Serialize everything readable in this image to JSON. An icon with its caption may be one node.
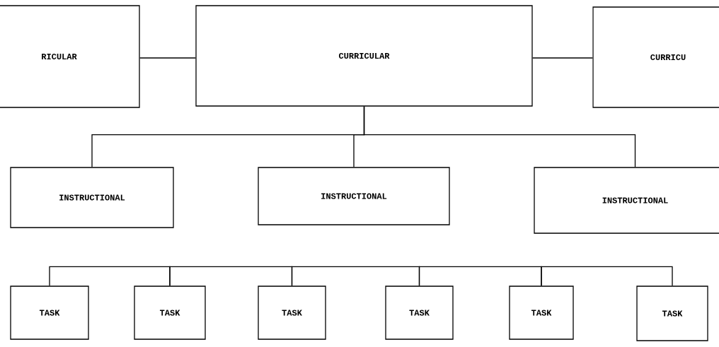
{
  "diagram": {
    "nodes": [
      {
        "text": [
          "RICULAR"
        ]
      },
      {
        "text": [
          "CURRICULAR"
        ]
      },
      {
        "text": [
          "CURRICU"
        ]
      },
      {
        "text": [
          "INSTRUCTIONAL"
        ]
      },
      {
        "text": [
          "INSTRUCTIONAL"
        ]
      },
      {
        "text": [
          "INSTRUCTIONAL"
        ]
      },
      {
        "text": [
          "TASK"
        ]
      },
      {
        "text": [
          "TASK"
        ]
      },
      {
        "text": [
          "TASK"
        ]
      },
      {
        "text": [
          "TASK"
        ]
      },
      {
        "text": [
          "TASK"
        ]
      },
      {
        "text": [
          "TASK"
        ]
      }
    ],
    "edges": [
      {
        "from": 0,
        "to": 1,
        "arrow": "none"
      },
      {
        "from": 1,
        "to": 2,
        "arrow": "none"
      },
      {
        "from": 1,
        "to": 3,
        "arrow": "none"
      },
      {
        "from": 1,
        "to": 4,
        "arrow": "none"
      },
      {
        "from": 1,
        "to": 5,
        "arrow": "none"
      },
      {
        "from": 6,
        "to": 7,
        "arrow": "none"
      },
      {
        "from": 7,
        "to": 8,
        "arrow": "none"
      },
      {
        "from": 8,
        "to": 9,
        "arrow": "none"
      },
      {
        "from": 9,
        "to": 10,
        "arrow": "none"
      },
      {
        "from": 10,
        "to": 11,
        "arrow": "none"
      }
    ]
  }
}
